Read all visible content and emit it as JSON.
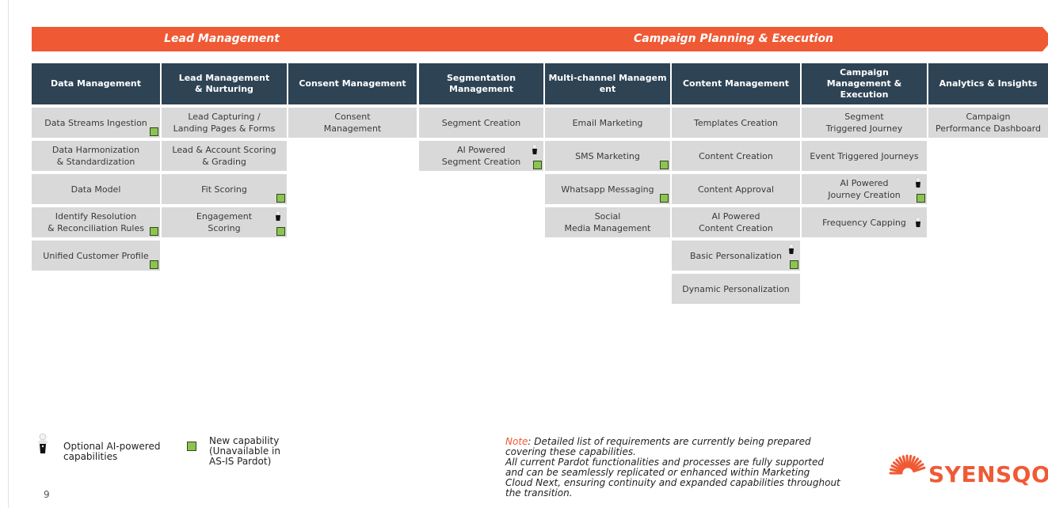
{
  "banners": {
    "lead": "Lead Management",
    "campaign": "Campaign Planning & Execution"
  },
  "columns": [
    {
      "header": "Data Management",
      "cells": [
        {
          "text": "Data Streams Ingestion",
          "new": true,
          "ai": false
        },
        {
          "text": "Data Harmonization\n& Standardization",
          "new": false,
          "ai": false
        },
        {
          "text": "Data Model",
          "new": false,
          "ai": false
        },
        {
          "text": "Identify Resolution\n& Reconciliation Rules",
          "new": true,
          "ai": false
        },
        {
          "text": "Unified Customer Profile",
          "new": true,
          "ai": false
        }
      ]
    },
    {
      "header": "Lead Management\n& Nurturing",
      "cells": [
        {
          "text": "Lead Capturing /\nLanding Pages & Forms",
          "new": false,
          "ai": false
        },
        {
          "text": "Lead & Account Scoring\n& Grading",
          "new": false,
          "ai": false
        },
        {
          "text": "Fit Scoring",
          "new": true,
          "ai": false
        },
        {
          "text": "Engagement\nScoring",
          "new": true,
          "ai": true
        }
      ]
    },
    {
      "header": "Consent Management",
      "cells": [
        {
          "text": "Consent\nManagement",
          "new": false,
          "ai": false
        }
      ]
    },
    {
      "header": "Segmentation\nManagement",
      "cells": [
        {
          "text": "Segment Creation",
          "new": false,
          "ai": false
        },
        {
          "text": "AI Powered\nSegment Creation",
          "new": true,
          "ai": true
        }
      ]
    },
    {
      "header": "Multi-channel Managem\nent",
      "cells": [
        {
          "text": "Email Marketing",
          "new": false,
          "ai": false
        },
        {
          "text": "SMS Marketing",
          "new": true,
          "ai": false
        },
        {
          "text": "Whatsapp Messaging",
          "new": true,
          "ai": false
        },
        {
          "text": "Social\nMedia Management",
          "new": false,
          "ai": false
        }
      ]
    },
    {
      "header": "Content Management",
      "cells": [
        {
          "text": "Templates Creation",
          "new": false,
          "ai": false
        },
        {
          "text": "Content Creation",
          "new": false,
          "ai": false
        },
        {
          "text": "Content Approval",
          "new": false,
          "ai": false
        },
        {
          "text": "AI Powered\nContent Creation",
          "new": false,
          "ai": false
        },
        {
          "text": "Basic Personalization",
          "new": true,
          "ai": true
        },
        {
          "text": "Dynamic Personalization",
          "new": false,
          "ai": false
        }
      ]
    },
    {
      "header": "Campaign\nManagement &\nExecution",
      "cells": [
        {
          "text": "Segment\nTriggered Journey",
          "new": false,
          "ai": false
        },
        {
          "text": "Event Triggered Journeys",
          "new": false,
          "ai": false
        },
        {
          "text": "AI Powered\nJourney Creation",
          "new": true,
          "ai": true
        },
        {
          "text": "Frequency Capping",
          "new": false,
          "ai": true
        }
      ]
    },
    {
      "header": "Analytics & Insights",
      "cells": [
        {
          "text": "Campaign\nPerformance Dashboard",
          "new": false,
          "ai": false
        }
      ]
    }
  ],
  "legend": {
    "ai_label": "Optional AI-powered\ncapabilities",
    "new_label": "New capability\n(Unavailable in\nAS-IS Pardot)"
  },
  "note": {
    "label": "Note",
    "text": ": Detailed list of requirements are currently being prepared\ncovering these capabilities.\nAll current Pardot functionalities and processes are fully supported\nand can be seamlessly replicated or enhanced within Marketing\nCloud Next, ensuring continuity and expanded capabilities throughout\nthe transition."
  },
  "page_number": "9",
  "logo": "SYENSQO",
  "colors": {
    "banner": "#ef5a35",
    "header": "#2e4354",
    "cell": "#d9d9d9",
    "new_square": "#8dc255"
  },
  "icons": {
    "ai": "ai-figure-icon",
    "new": "new-capability-square-icon"
  }
}
